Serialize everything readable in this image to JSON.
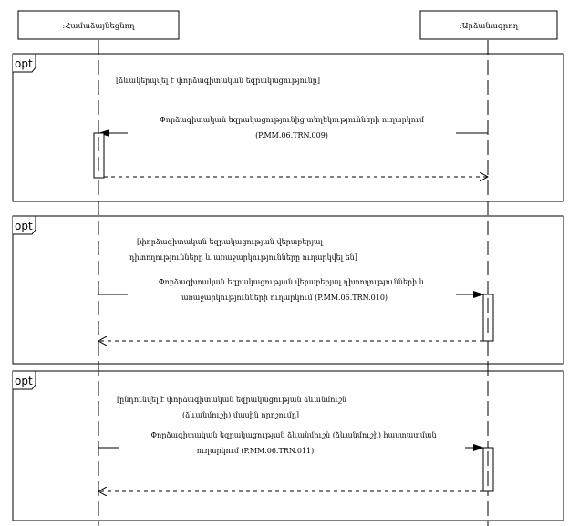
{
  "participants": {
    "left": ":Համաձայնեցնող",
    "right": ":Արձանագրող"
  },
  "fragments": [
    {
      "keyword": "opt",
      "guard": [
        "[ձևակերպվել է փորձագիտական եզրակացությունը]"
      ],
      "message": [
        "Փորձագիտական եզրակացությունից տեղեկությունների ուղարկում",
        "(P.MM.06.TRN.009)"
      ]
    },
    {
      "keyword": "opt",
      "guard": [
        "[փորձագիտական եզրակացության վերաբերյալ",
        "դիտողությունները և առաջարկությունները ուղարկվել են]"
      ],
      "message": [
        "Փորձագիտական եզրակացության վերաբերյալ դիտողությունների և",
        "առաջարկությունների ուղարկում (P.MM.06.TRN.010)"
      ]
    },
    {
      "keyword": "opt",
      "guard": [
        "[ընդունվել է փորձագիտական եզրակացության ձևանմուշն",
        "(ձևանմուշի) մասին որոշումը]"
      ],
      "message": [
        "Փորձագիտական եզրակացության ձևանմուշն (ձևանմուշի) հաստատման",
        "ուղարկում (P.MM.06.TRN.011)"
      ]
    }
  ]
}
